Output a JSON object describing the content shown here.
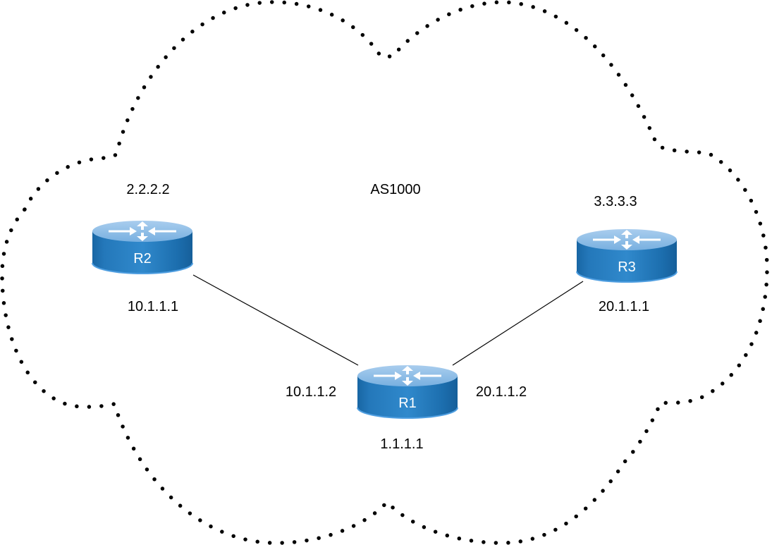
{
  "diagram": {
    "as_label": "AS1000",
    "cloud": {
      "style": "dotted",
      "color": "#000000"
    },
    "routers": [
      {
        "id": "r1",
        "name": "R1",
        "router_id": "1.1.1.1"
      },
      {
        "id": "r2",
        "name": "R2",
        "router_id": "2.2.2.2"
      },
      {
        "id": "r3",
        "name": "R3",
        "router_id": "3.3.3.3"
      }
    ],
    "links": [
      {
        "from": "R2",
        "to": "R1",
        "from_ip": "10.1.1.1",
        "to_ip": "10.1.1.2"
      },
      {
        "from": "R1",
        "to": "R3",
        "from_ip": "20.1.1.2",
        "to_ip": "20.1.1.1"
      }
    ],
    "colors": {
      "router_top": "#8ebde6",
      "router_body": "#1f73b4",
      "router_body_light": "#3a8fd0",
      "link": "#000000"
    }
  }
}
